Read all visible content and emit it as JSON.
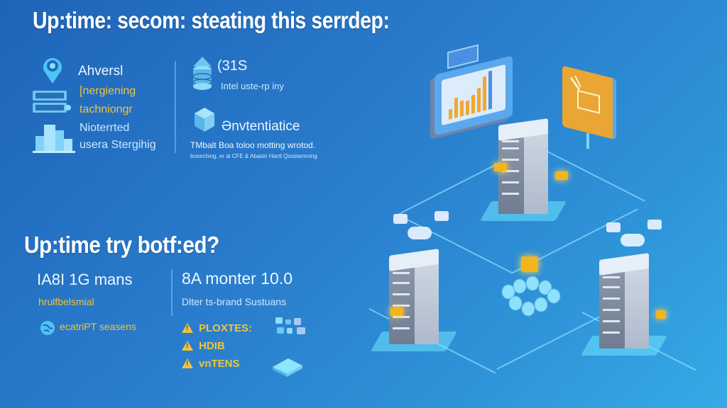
{
  "titles": {
    "top": "Up:time: secom: steating this serrdep:",
    "bottom": "Up:time try botf:ed?"
  },
  "top_left_block": {
    "line1": "Ahversl",
    "line2": "[nergiening",
    "line3": "tachniongr",
    "line4": "Nioterrted",
    "line5": "usera Stergihig"
  },
  "top_right_block": {
    "stat": "(31S",
    "stat_caption": "Intel uste-rp iny",
    "feature_title": "Ənvtentiatice",
    "feature_desc_1": "TMbalt Boa toloo motting wrotod.",
    "feature_desc_2": "boxeching, er al CFE & Abasin Hactl Qoostemning"
  },
  "bottom_left_block": {
    "stat": "IA8I 1G mans",
    "sub": "hrulfbelsmial",
    "globe_label": "ecatriPT seasens"
  },
  "bottom_right_block": {
    "stat": "8A monter 10.0",
    "sub": "Dlter ts-brand Sustuans",
    "warnings": [
      "PLOXTES:",
      "HDIB",
      "vnTENS"
    ]
  },
  "colors": {
    "background_start": "#1e64b8",
    "background_end": "#36aae6",
    "accent_yellow": "#f0c43a",
    "chart_panel_bars": "#f0a830",
    "orange_panel": "#e9a634",
    "glow_cyan": "#6ee6ff"
  },
  "icons": {
    "location_pin": "location-pin-icon",
    "rack": "server-rack-icon",
    "buildings": "buildings-icon",
    "database": "database-icon",
    "cube": "cube-box-icon",
    "globe": "globe-icon",
    "warning": "warning-triangle-icon"
  }
}
